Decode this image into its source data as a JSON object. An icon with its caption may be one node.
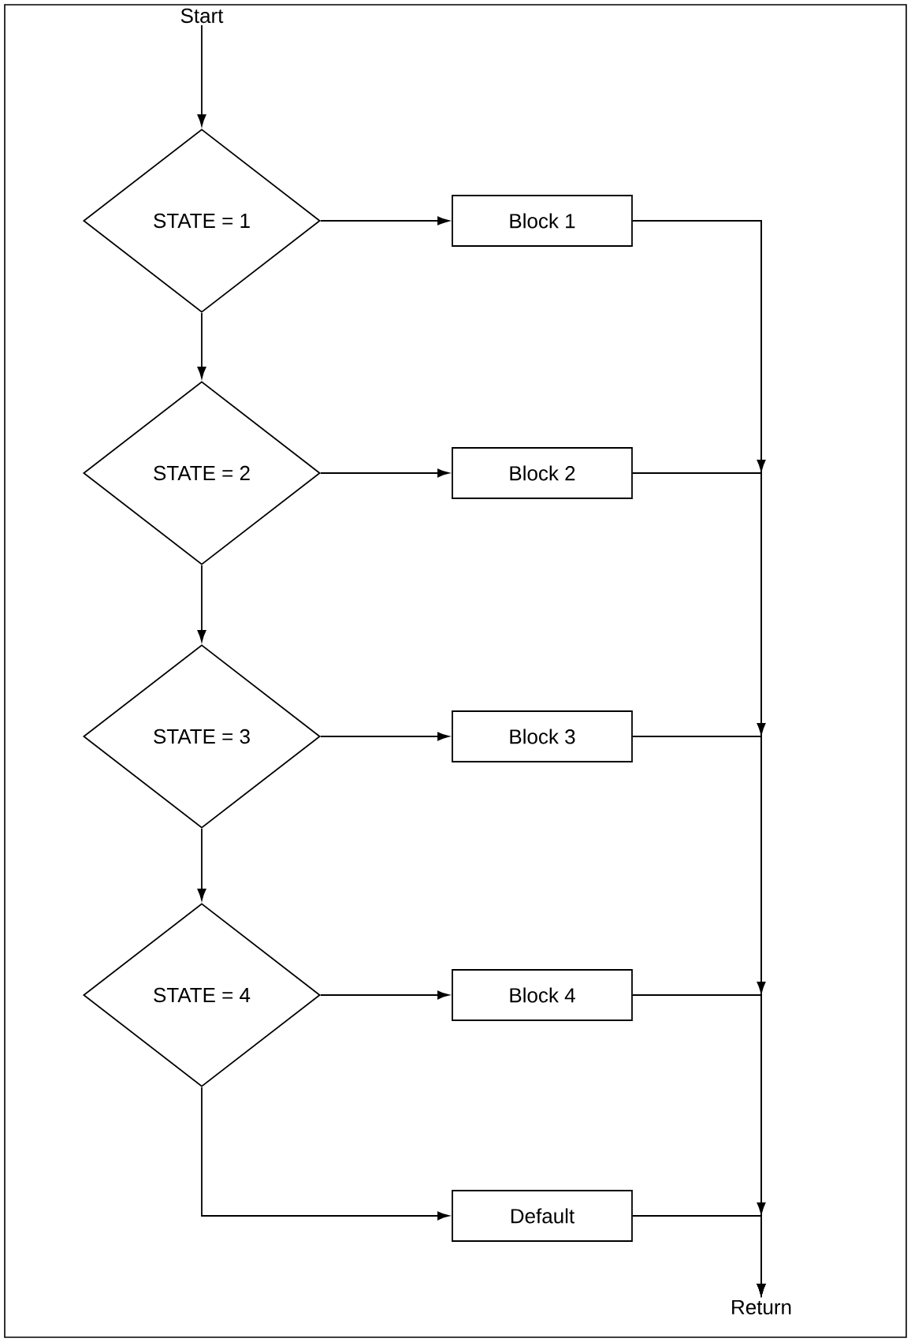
{
  "diagram": {
    "nodes": [
      {
        "text": [
          "Start"
        ]
      },
      {
        "text": [
          "STATE = 1"
        ]
      },
      {
        "text": [
          "Block 1"
        ]
      },
      {
        "text": [
          "STATE = 2"
        ]
      },
      {
        "text": [
          "Block 2"
        ]
      },
      {
        "text": [
          "STATE = 3"
        ]
      },
      {
        "text": [
          "Block 3"
        ]
      },
      {
        "text": [
          "STATE = 4"
        ]
      },
      {
        "text": [
          "Block 4"
        ]
      },
      {
        "text": [
          "Default"
        ]
      },
      {
        "text": [
          "Return"
        ]
      }
    ],
    "edges": [
      {
        "from": 0,
        "to": 1,
        "arrow": "to"
      },
      {
        "from": 1,
        "to": 2,
        "arrow": "to"
      },
      {
        "from": 1,
        "to": 3,
        "arrow": "to"
      },
      {
        "from": 3,
        "to": 4,
        "arrow": "to"
      },
      {
        "from": 3,
        "to": 5,
        "arrow": "to"
      },
      {
        "from": 5,
        "to": 6,
        "arrow": "to"
      },
      {
        "from": 5,
        "to": 7,
        "arrow": "to"
      },
      {
        "from": 7,
        "to": 8,
        "arrow": "to"
      },
      {
        "from": 7,
        "to": 9,
        "arrow": "to"
      },
      {
        "from": 2,
        "to": 10,
        "arrow": "to"
      },
      {
        "from": 4,
        "to": 10,
        "arrow": "to"
      },
      {
        "from": 6,
        "to": 10,
        "arrow": "to"
      },
      {
        "from": 8,
        "to": 10,
        "arrow": "to"
      },
      {
        "from": 9,
        "to": 10,
        "arrow": "to"
      }
    ]
  }
}
